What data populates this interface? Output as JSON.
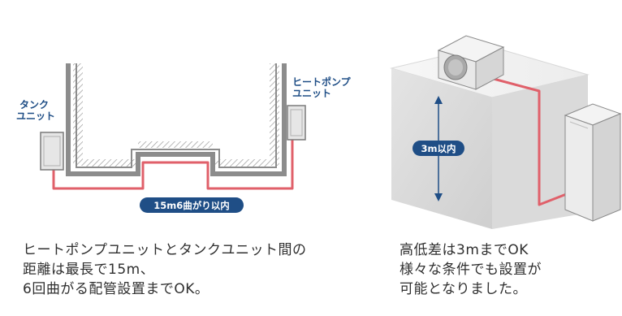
{
  "left_diagram": {
    "tank_unit_label": [
      "タンク",
      "ユニット"
    ],
    "heat_pump_label": [
      "ヒートポンプ",
      "ユニット"
    ],
    "pipe_badge": "15m6曲がり以内"
  },
  "right_diagram": {
    "height_badge": "3m以内"
  },
  "captions": {
    "left": [
      "ヒートポンプユニットとタンクユニット間の",
      "距離は最長で15m、",
      "6回曲がる配管設置までOK。"
    ],
    "right": [
      "高低差は3mまでOK",
      "様々な条件でも設置が",
      "可能となりました。"
    ]
  },
  "colors": {
    "pipe": "#e0606a",
    "badge": "#1f4e86",
    "wall": "#8a8a8a",
    "unit_fill": "#e6e6e6"
  }
}
